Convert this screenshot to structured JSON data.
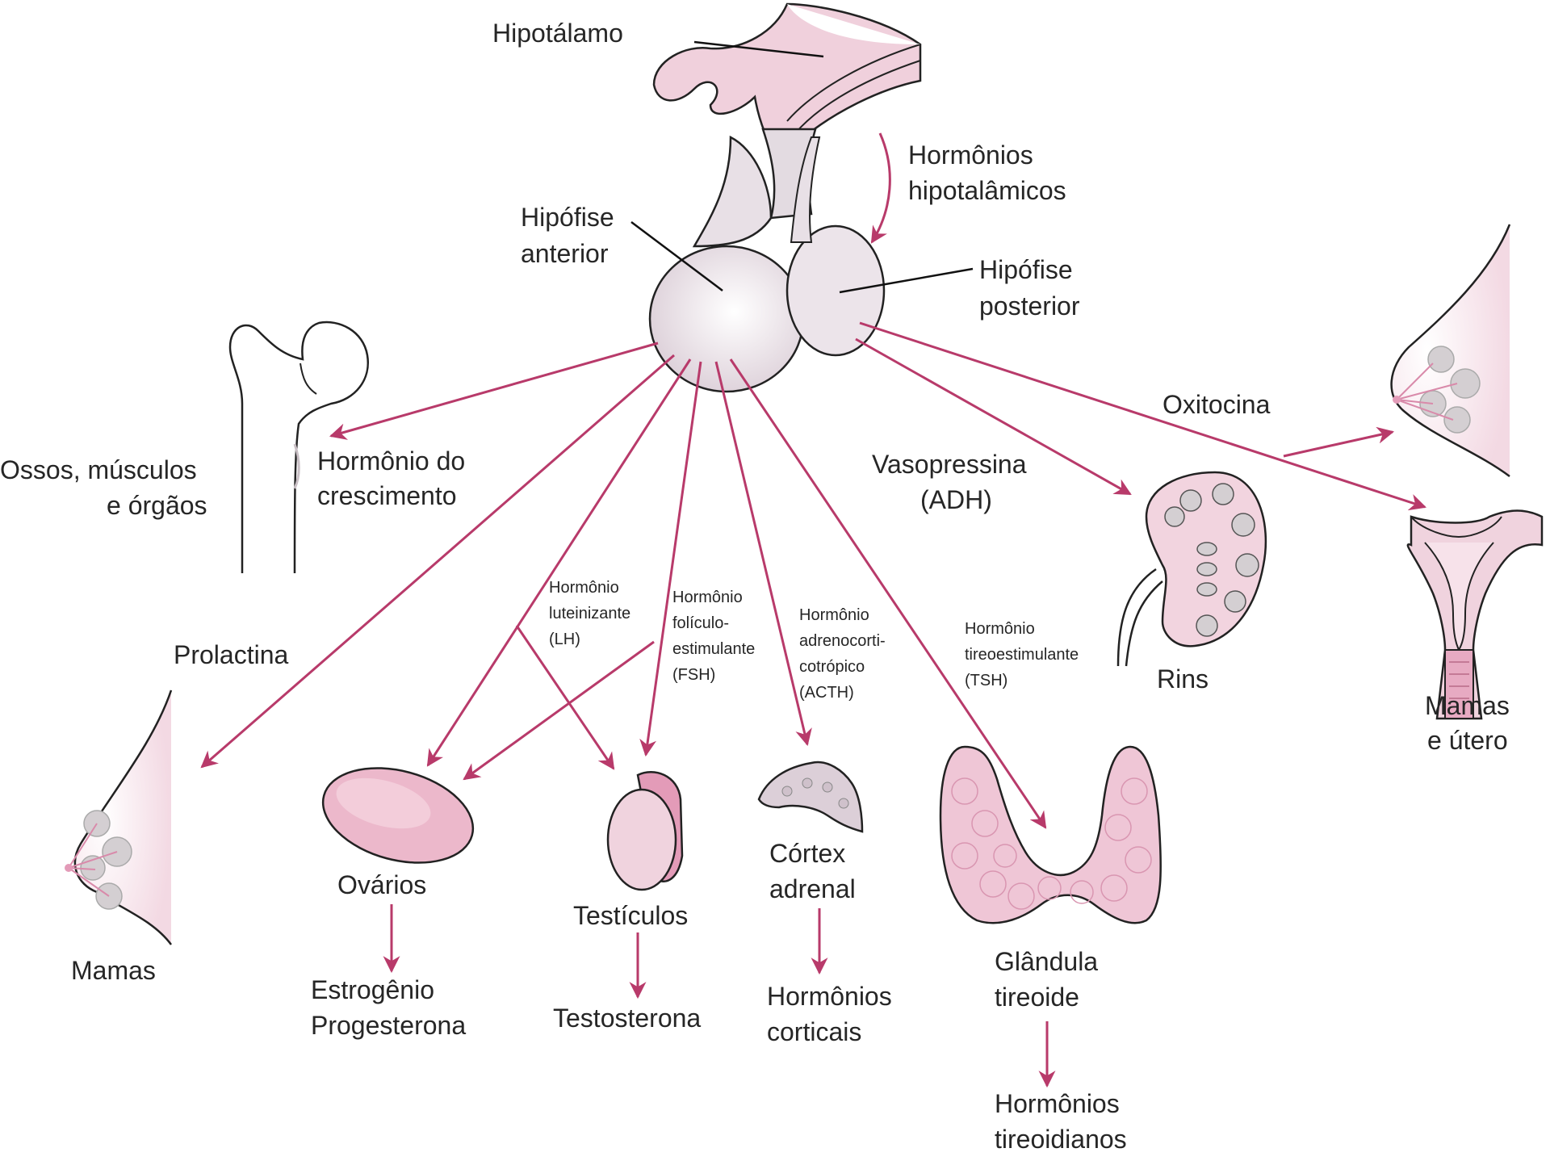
{
  "labels": {
    "hypothalamus": "Hipotálamo",
    "hypothalamic_hormones": [
      "Hormônios",
      "hipotalâmicos"
    ],
    "anterior_pituitary": [
      "Hipófise",
      "anterior"
    ],
    "posterior_pituitary": [
      "Hipófise",
      "posterior"
    ],
    "bones": [
      "Ossos, músculos",
      "e órgãos"
    ],
    "growth_hormone": [
      "Hormônio do",
      "crescimento"
    ],
    "prolactin": "Prolactina",
    "oxytocin": "Oxitocina",
    "vasopressin": [
      "Vasopressina",
      "(ADH)"
    ],
    "lh": [
      "Hormônio",
      "luteinizante",
      "(LH)"
    ],
    "fsh": [
      "Hormônio",
      "folículo-",
      "estimulante",
      "(FSH)"
    ],
    "acth": [
      "Hormônio",
      "adrenocorti-",
      "cotrópico",
      "(ACTH)"
    ],
    "tsh": [
      "Hormônio",
      "tireoestimulante",
      "(TSH)"
    ],
    "kidneys": "Rins",
    "breasts_uterus": [
      "Mamas",
      "e útero"
    ],
    "breasts": "Mamas",
    "ovaries": "Ovários",
    "estrogen_progesterone": [
      "Estrogênio",
      "Progesterona"
    ],
    "testes": "Testículos",
    "testosterone": "Testosterona",
    "adrenal_cortex": [
      "Córtex",
      "adrenal"
    ],
    "cortical_hormones": [
      "Hormônios",
      "corticais"
    ],
    "thyroid": [
      "Glândula",
      "tireoide"
    ],
    "thyroid_hormones": [
      "Hormônios",
      "tireoidianos"
    ]
  },
  "colors": {
    "arrow": "#b83a6a",
    "organ_pink": "#eec3d3",
    "organ_pink_dark": "#d98aaa",
    "pituitary": "#e6dde3",
    "outline": "#222222"
  }
}
